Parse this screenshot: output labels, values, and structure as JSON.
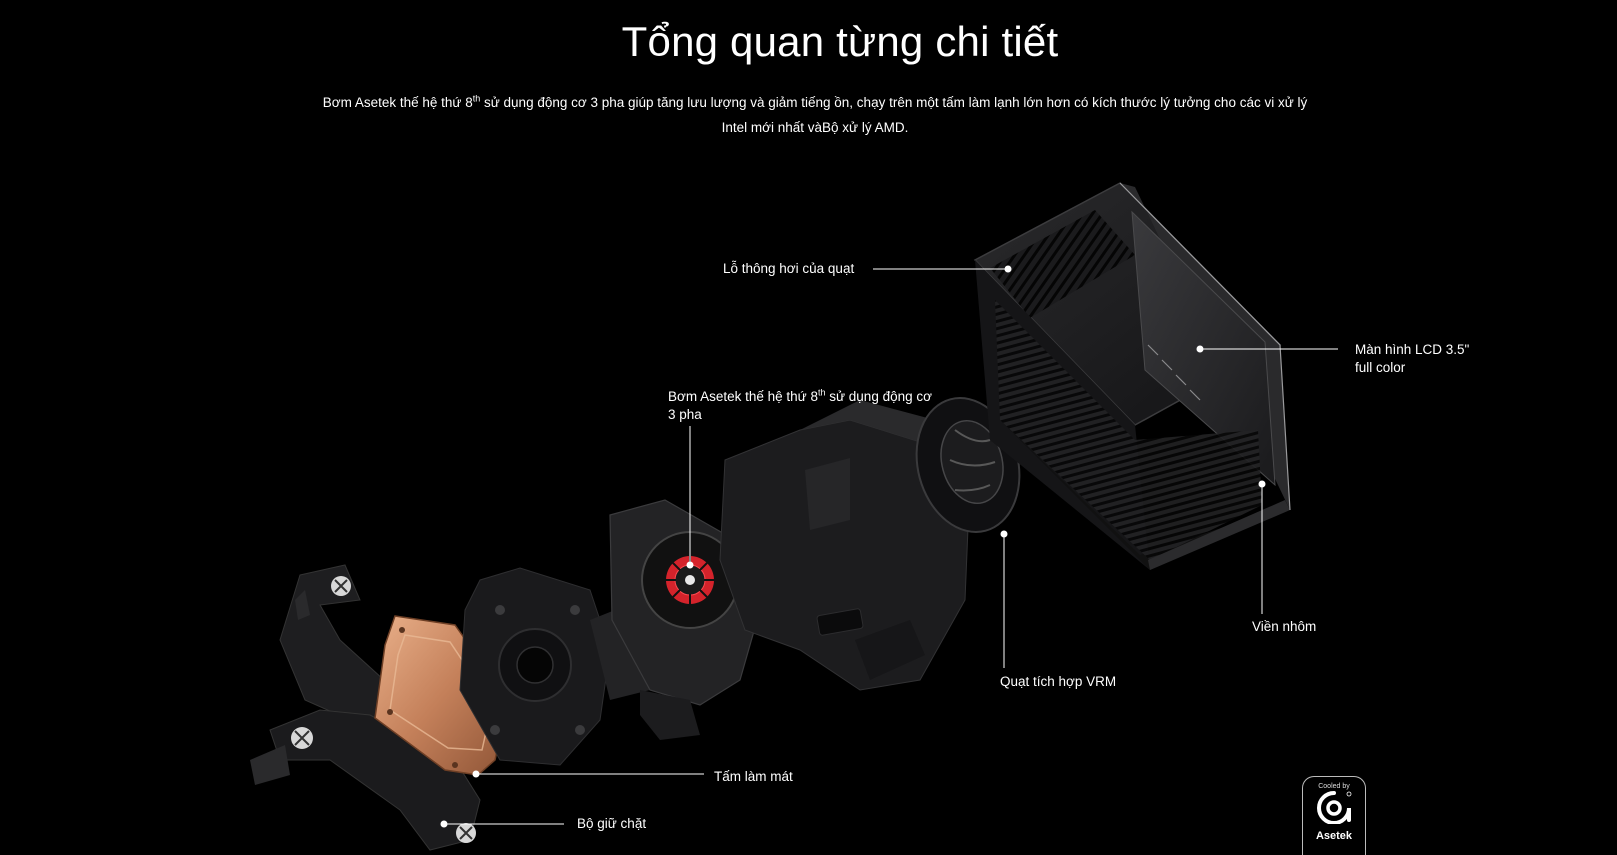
{
  "header": {
    "title": "Tổng quan từng chi tiết",
    "desc_part1": "Bơm Asetek thế hệ thứ 8",
    "desc_sup": "th",
    "desc_part2": " sử dụng động cơ 3 pha giúp tăng lưu lượng và giảm tiếng ồn, chạy trên một tấm làm lạnh lớn hơn có kích thước lý tưởng cho các vi xử lý",
    "desc_line2": "Intel mới nhất vàBộ xử lý AMD."
  },
  "labels": {
    "fan_vent": "Lỗ thông hơi của quạt",
    "lcd_line1": "Màn hình LCD 3.5\"",
    "lcd_line2": "full color",
    "pump_part1": "Bơm Asetek thế hệ thứ 8",
    "pump_sup": "th",
    "pump_part2": " sử dụng động cơ",
    "pump_line2": "3 pha",
    "aluminum": "Viền nhôm",
    "vrm_fan": "Quạt tích hợp VRM",
    "cold_plate": "Tấm làm mát",
    "bracket": "Bộ giữ chặt"
  },
  "badge": {
    "cooled_by": "Cooled by",
    "brand": "Asetek"
  },
  "colors": {
    "background": "#000000",
    "text": "#ffffff",
    "copper": "#c98a5e",
    "impeller_red": "#d4232b",
    "dark_plastic": "#1d1d1f"
  }
}
